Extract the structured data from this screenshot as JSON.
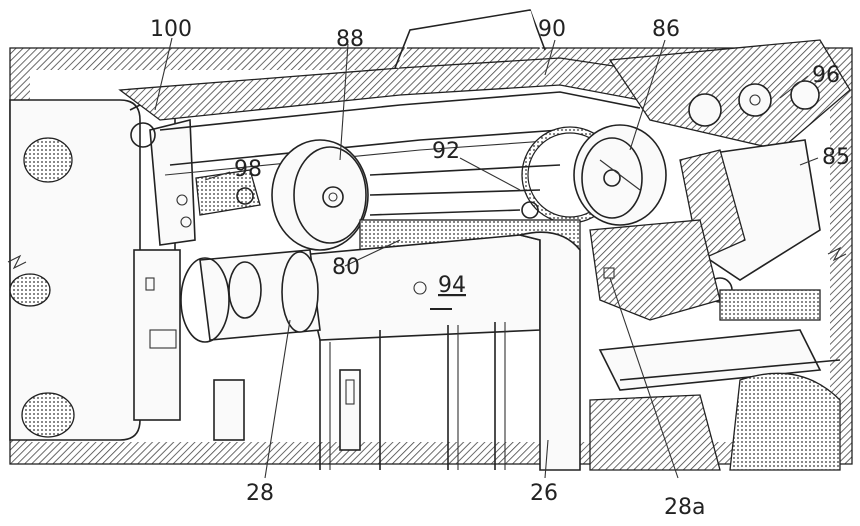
{
  "labels": {
    "l100": "100",
    "l88": "88",
    "l90": "90",
    "l86": "86",
    "l96": "96",
    "l85": "85",
    "l98": "98",
    "l92": "92",
    "l80": "80",
    "l94": "94",
    "l28": "28",
    "l26": "26",
    "l28a": "28a"
  }
}
